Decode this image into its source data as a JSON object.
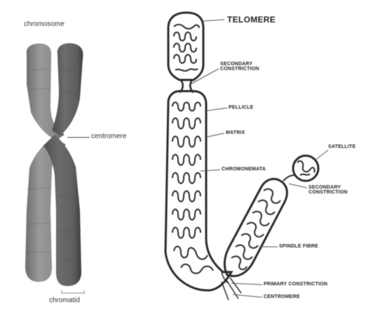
{
  "left_figure": {
    "top_label": "chromosome",
    "center_label": "centromere",
    "bottom_label": "chromatid",
    "colors": {
      "arm_light": "#8c8c8c",
      "arm_dark": "#585858"
    }
  },
  "right_figure": {
    "labels": {
      "telomere": "TELOMERE",
      "secondary_constriction_1": "SECONDARY\nCONSTRICTION",
      "pellicle": "PELLICLE",
      "matrix": "MATRIX",
      "chromonemata": "CHROMONEMATA",
      "satellite": "SATELLITE",
      "secondary_constriction_2": "SECONDARY\nCONSTRICTION",
      "spindle_fibre": "SPINDLE FIBRE",
      "primary_constriction": "PRIMARY CONSTRICTION",
      "centromere": "CENTROMERE"
    }
  }
}
